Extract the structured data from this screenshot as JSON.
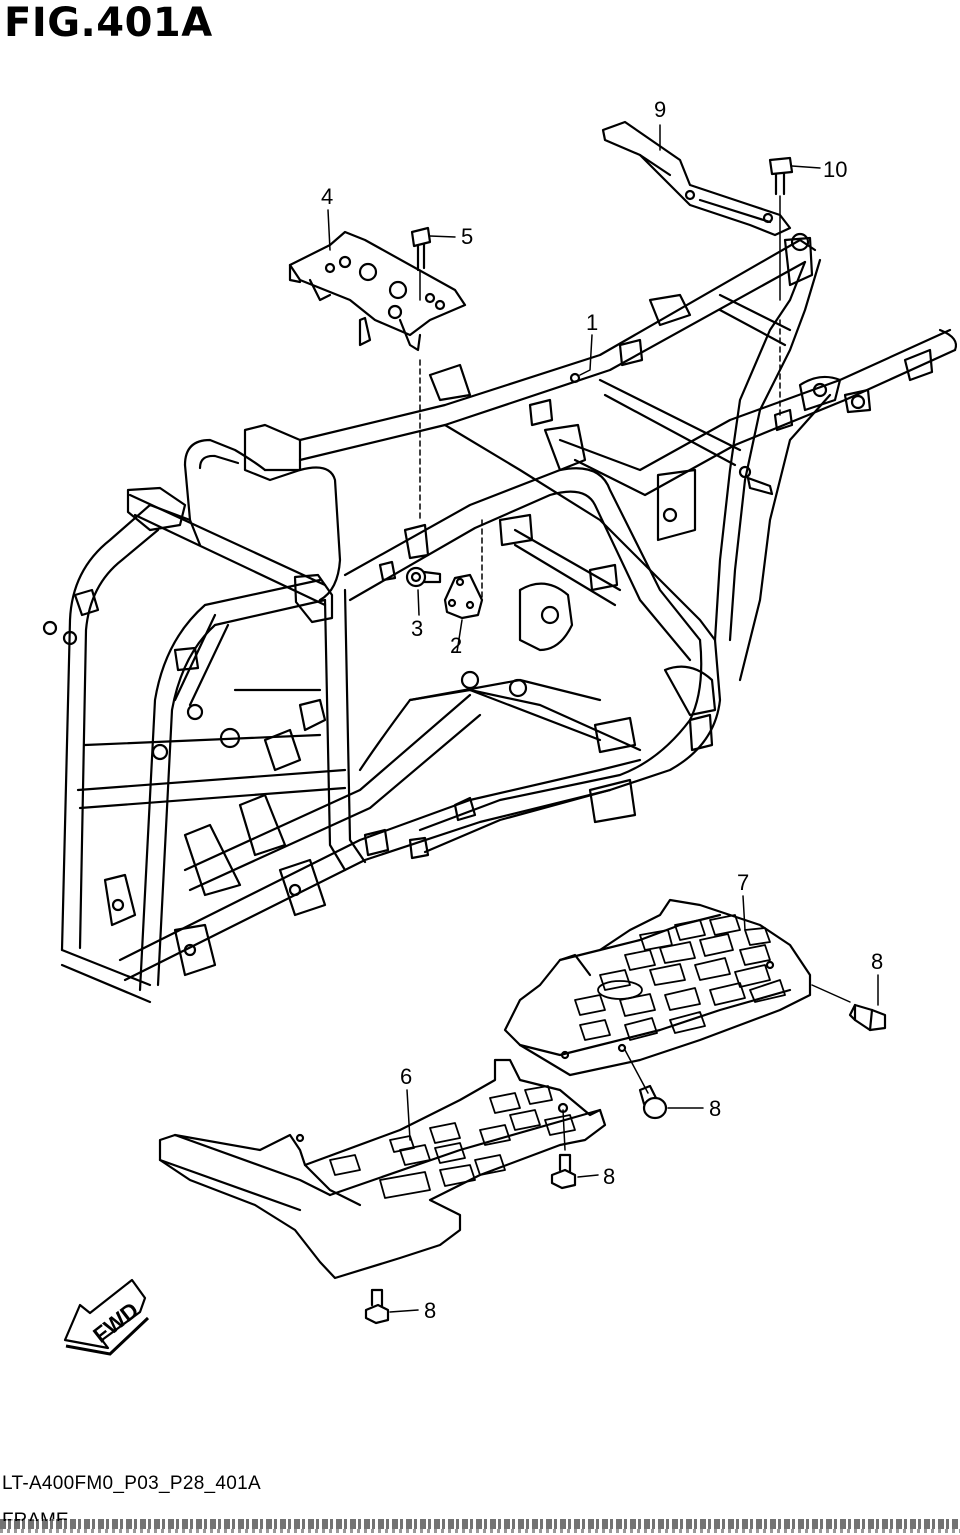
{
  "figure": {
    "title": "FIG.401A"
  },
  "callouts": [
    {
      "id": "c1",
      "label": "1"
    },
    {
      "id": "c2",
      "label": "2"
    },
    {
      "id": "c3",
      "label": "3"
    },
    {
      "id": "c4",
      "label": "4"
    },
    {
      "id": "c5",
      "label": "5"
    },
    {
      "id": "c6",
      "label": "6"
    },
    {
      "id": "c7",
      "label": "7"
    },
    {
      "id": "c8a",
      "label": "8"
    },
    {
      "id": "c8b",
      "label": "8"
    },
    {
      "id": "c8c",
      "label": "8"
    },
    {
      "id": "c8d",
      "label": "8"
    },
    {
      "id": "c9",
      "label": "9"
    },
    {
      "id": "c10",
      "label": "10"
    }
  ],
  "direction_badge": {
    "label": "FWD"
  },
  "footer": {
    "code": "LT-A400FM0_P03_P28_401A",
    "caption": "FRAME"
  }
}
